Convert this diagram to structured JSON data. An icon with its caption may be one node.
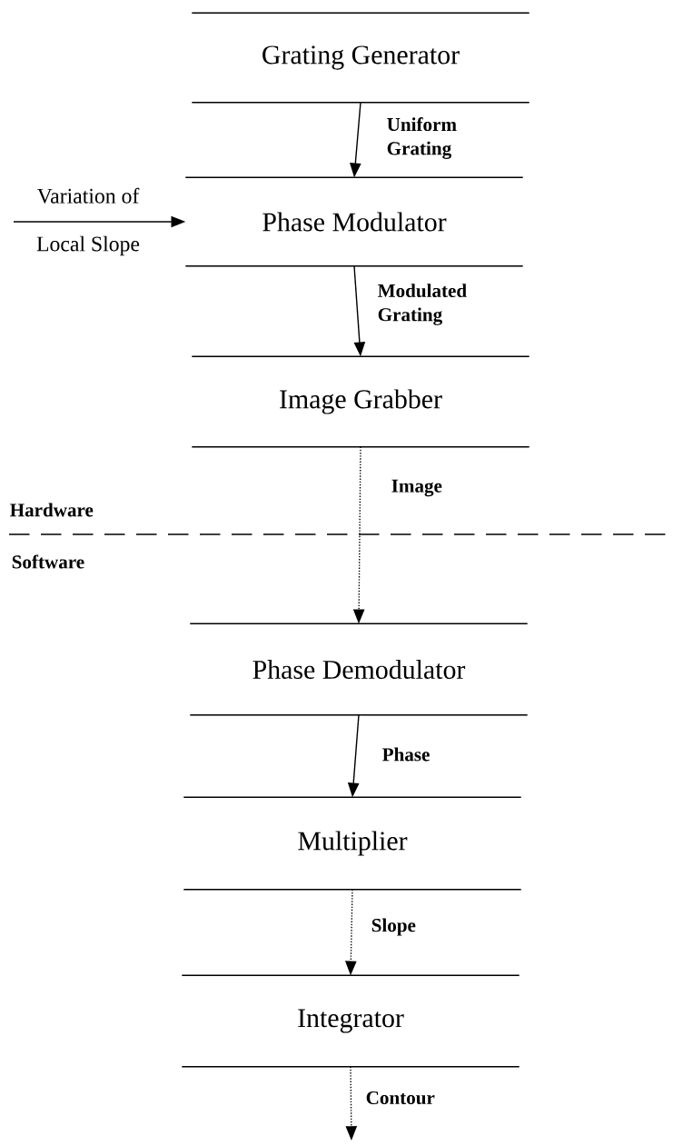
{
  "diagram": {
    "nodes": [
      {
        "text": [
          "Grating Generator"
        ]
      },
      {
        "text": [
          "Phase Modulator"
        ]
      },
      {
        "text": [
          "Image Grabber"
        ]
      },
      {
        "text": [
          "Phase Demodulator"
        ]
      },
      {
        "text": [
          "Multiplier"
        ]
      },
      {
        "text": [
          "Integrator"
        ]
      }
    ],
    "edges": [
      {
        "from": 0,
        "to": 1,
        "arrow": "to",
        "label": "Uniform Grating"
      },
      {
        "from": 1,
        "to": 2,
        "arrow": "to",
        "label": "Modulated Grating"
      },
      {
        "from": 2,
        "to": 3,
        "arrow": "to",
        "label": "Image",
        "style": "dashed"
      },
      {
        "from": 3,
        "to": 4,
        "arrow": "to",
        "label": "Phase"
      },
      {
        "from": 4,
        "to": 5,
        "arrow": "to",
        "label": "Slope",
        "style": "dashed"
      },
      {
        "from": 5,
        "to": null,
        "arrow": "to",
        "label": "Contour",
        "style": "dashed"
      },
      {
        "from": null,
        "to": 1,
        "arrow": "to",
        "label": "Variation of Local Slope"
      }
    ],
    "labels": [
      "Hardware",
      "Software"
    ]
  }
}
